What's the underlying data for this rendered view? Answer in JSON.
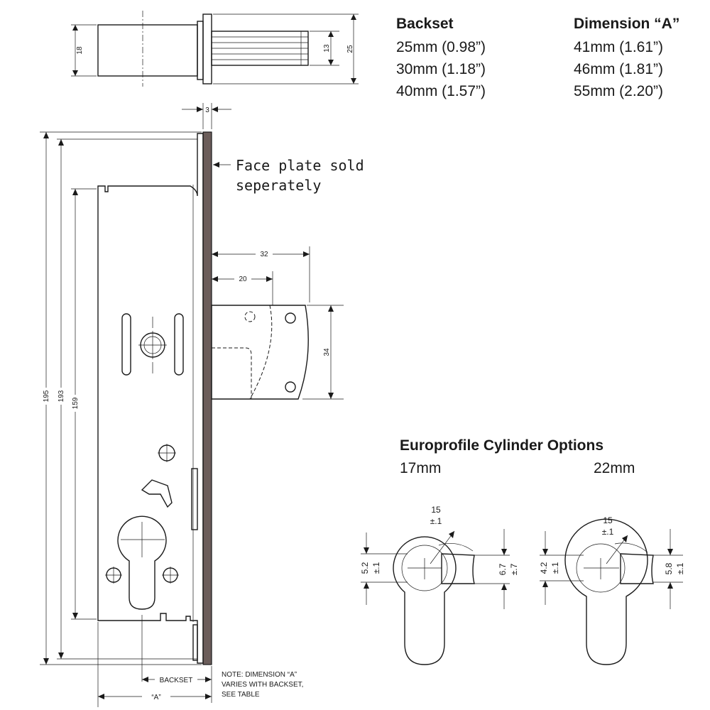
{
  "table": {
    "backset_header": "Backset",
    "dimension_header": "Dimension “A”",
    "rows": [
      {
        "backset": "25mm (0.98”)",
        "dimension": "41mm (1.61”)"
      },
      {
        "backset": "30mm (1.18”)",
        "dimension": "46mm (1.81”)"
      },
      {
        "backset": "40mm (1.57”)",
        "dimension": "55mm (2.20”)"
      }
    ]
  },
  "face_plate_note": [
    "Face plate sold",
    "seperately"
  ],
  "bottom_note": [
    "NOTE: DIMENSION “A”",
    "VARIES WITH BACKSET,",
    "SEE TABLE"
  ],
  "dimensions": {
    "top_18": "18",
    "top_13": "13",
    "top_25": "25",
    "faceplate_3": "3",
    "overall_195": "195",
    "overall_193": "193",
    "body_159": "159",
    "latch_32": "32",
    "latch_20": "20",
    "latch_34": "34",
    "backset_label": "BACKSET",
    "a_label": "“A”"
  },
  "cylinder": {
    "title": "Europrofile Cylinder Options",
    "options": [
      {
        "size": "17mm",
        "angle": "15",
        "angle_tol": "±.1",
        "left_dim": "5.2",
        "left_tol": "±.1",
        "right_dim": "6.7",
        "right_tol": "±.7"
      },
      {
        "size": "22mm",
        "angle": "15",
        "angle_tol": "±.1",
        "left_dim": "4.2",
        "left_tol": "±.1",
        "right_dim": "5.8",
        "right_tol": "±.1"
      }
    ]
  }
}
